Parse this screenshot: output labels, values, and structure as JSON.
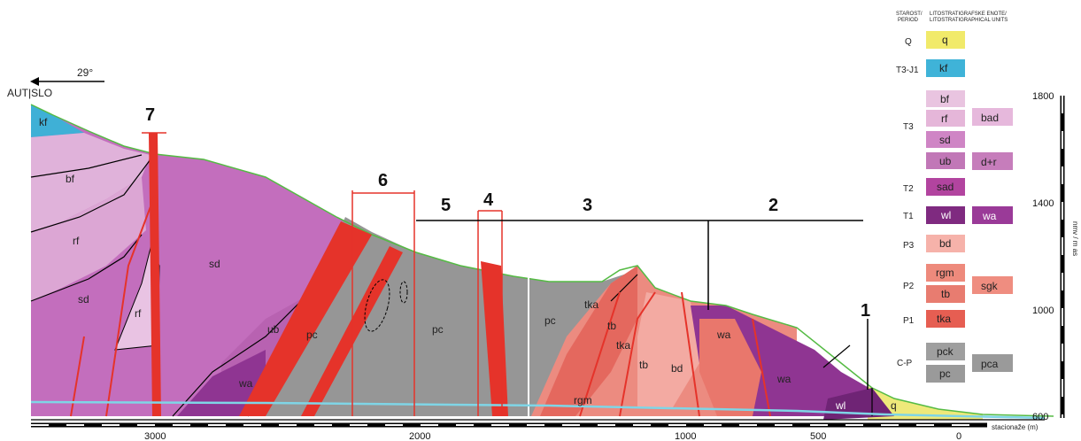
{
  "header": {
    "direction_angle": "29°",
    "country_label": "AUT|SLO"
  },
  "section_numbers": [
    "7",
    "6",
    "5",
    "4",
    "3",
    "2",
    "1"
  ],
  "units_on_section": {
    "kf": "kf",
    "bf": "bf",
    "rf": "rf",
    "sd": "sd",
    "rf_vein": "rf",
    "sd_main": "sd",
    "ub": "ub",
    "wa_left": "wa",
    "pc_1": "pc",
    "pc_2": "pc",
    "pc_3": "pc",
    "tka_1": "tka",
    "tb_1": "tb",
    "tka_2": "tka",
    "tb_2": "tb",
    "bd": "bd",
    "rgm": "rgm",
    "wa_1": "wa",
    "wa_2": "wa",
    "wl": "wl",
    "q": "q"
  },
  "legend": {
    "header_left_1": "STAROST/",
    "header_left_2": "PERIOD",
    "header_right_1": "LITOSTRATIGRAFSKE ENOTE/",
    "header_right_2": "LITOSTRATIGRAPHICAL UNITS",
    "rows": [
      {
        "period": "Q",
        "units": [
          "q"
        ],
        "colors": [
          "#f1ea6a"
        ]
      },
      {
        "period": "T3-J1",
        "units": [
          "kf"
        ],
        "colors": [
          "#3fb3d8"
        ]
      },
      {
        "period": "T3",
        "units": [
          "bf",
          "rf",
          "sd",
          "ub"
        ],
        "colors": [
          "#e9c4e0",
          "#e5b6d9",
          "#cf85c5",
          "#c177b7"
        ]
      },
      {
        "period": "T2",
        "units": [
          "sad"
        ],
        "colors": [
          "#b2449f"
        ]
      },
      {
        "period": "T1",
        "units": [
          "wl"
        ],
        "colors": [
          "#7f2a80"
        ]
      },
      {
        "period": "P3",
        "units": [
          "bd"
        ],
        "colors": [
          "#f6b2aa"
        ]
      },
      {
        "period": "P2",
        "units": [
          "rgm",
          "tb"
        ],
        "colors": [
          "#ee8a7c",
          "#e87c70"
        ]
      },
      {
        "period": "P1",
        "units": [
          "tka"
        ],
        "colors": [
          "#e65e52"
        ]
      },
      {
        "period": "C-P",
        "units": [
          "pck",
          "pc"
        ],
        "colors": [
          "#9f9f9f",
          "#9a9a9a"
        ]
      }
    ],
    "right_units": [
      {
        "label": "bad",
        "color": "#e6b8dc"
      },
      {
        "label": "d+r",
        "color": "#c67dbb"
      },
      {
        "label": "wa",
        "color": "#9a3a98"
      },
      {
        "label": "sgk",
        "color": "#ef8d80"
      },
      {
        "label": "pca",
        "color": "#9a9a9a"
      }
    ]
  },
  "y_axis": {
    "label": "nmv / m as",
    "ticks": [
      "1800",
      "1400",
      "1000",
      "600"
    ]
  },
  "x_axis": {
    "label": "stacionaže (m)",
    "ticks": [
      "3000",
      "2000",
      "1000",
      "500",
      "0"
    ]
  },
  "colors": {
    "sd": "#c36ebd",
    "bf": "#e0b2da",
    "rf": "#dca6d4",
    "ub": "#b862b1",
    "wa": "#8f3592",
    "pc": "#969696",
    "red": "#e5332a",
    "tka": "#e4685e",
    "tb": "#ec8b80",
    "bd": "#f3aaa2",
    "rgm": "#ed8c80",
    "kf": "#3fb0d6",
    "q": "#eee97a",
    "water": "#7fd5e6"
  }
}
